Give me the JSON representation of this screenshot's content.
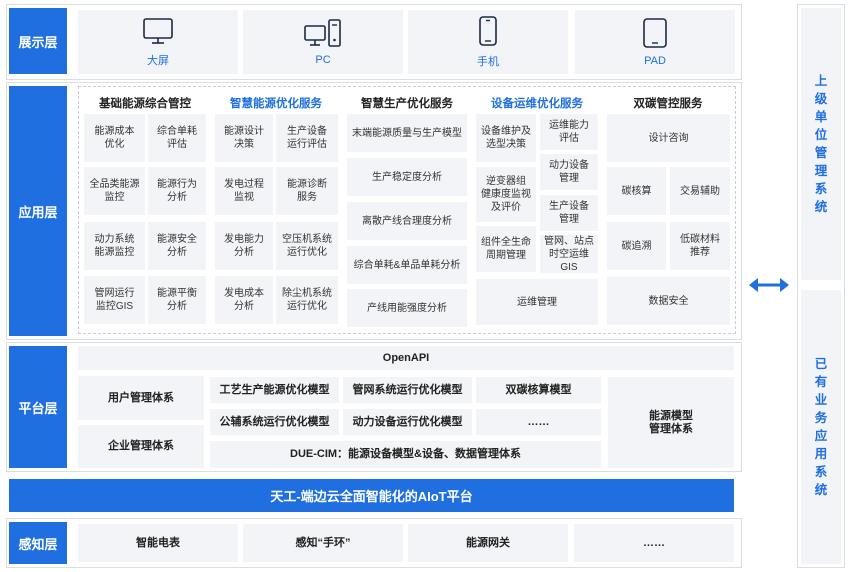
{
  "layers": {
    "display": "展示层",
    "application": "应用层",
    "platform": "平台层",
    "perception": "感知层"
  },
  "devices": [
    {
      "label": "大屏",
      "icon": "monitor-icon"
    },
    {
      "label": "PC",
      "icon": "desktop-pc-icon"
    },
    {
      "label": "手机",
      "icon": "mobile-phone-icon"
    },
    {
      "label": "PAD",
      "icon": "tablet-icon"
    }
  ],
  "app_headers": {
    "basic": "基础能源综合管控",
    "smart_energy": "智慧能源优化服务",
    "smart_production": "智慧生产优化服务",
    "equipment": "设备运维优化服务",
    "carbon": "双碳管控服务"
  },
  "basic_items": [
    "能源成本\n优化",
    "综合单耗\n评估",
    "全品类能源\n监控",
    "能源行为\n分析",
    "动力系统\n能源监控",
    "能源安全\n分析",
    "管网运行\n监控GIS",
    "能源平衡\n分析"
  ],
  "smart_energy_items": [
    "能源设计\n决策",
    "生产设备\n运行评估",
    "发电过程\n监视",
    "能源诊断\n服务",
    "发电能力\n分析",
    "空压机系统\n运行优化",
    "发电成本\n分析",
    "除尘机系统\n运行优化"
  ],
  "smart_production_items": [
    "末端能源质量与生产模型",
    "生产稳定度分析",
    "离散产线合理度分析",
    "综合单耗&单品单耗分析",
    "产线用能强度分析"
  ],
  "equipment_items": {
    "maintenance_selection": "设备维护及\n选型决策",
    "ops_capability": "运维能力\n评估",
    "power_equipment": "动力设备\n管理",
    "inverter_health": "逆变器组\n健康度监视\n及评价",
    "production_equipment": "生产设备\n管理",
    "lifecycle": "组件全生命\n周期管理",
    "pipe_station_gis": "管网、站点\n时空运维GIS",
    "ops_management": "运维管理"
  },
  "carbon_items": {
    "design_consult": "设计咨询",
    "carbon_accounting": "碳核算",
    "trading_aid": "交易辅助",
    "carbon_tracing": "碳追溯",
    "low_carbon_material": "低碳材料\n推荐",
    "data_security": "数据安全"
  },
  "platform": {
    "openapi": "OpenAPI",
    "user_system": "用户管理体系",
    "enterprise_system": "企业管理体系",
    "process_model": "工艺生产能源优化模型",
    "pipe_model": "管网系统运行优化模型",
    "dual_carbon_model": "双碳核算模型",
    "utility_model": "公辅系统运行优化模型",
    "power_model": "动力设备运行优化模型",
    "ellipsis": "……",
    "energy_model_system": "能源模型\n管理体系",
    "due_cim": "DUE-CIM：能源设备模型&设备、数据管理体系",
    "aiot_bar": "天工-端边云全面智能化的AIoT平台"
  },
  "perception_items": [
    "智能电表",
    "感知“手环”",
    "能源网关",
    "……"
  ],
  "side": {
    "upper": "上级单位管理系统",
    "lower": "已有业务应用系统",
    "arrow_icon": "double-arrow-icon"
  },
  "colors": {
    "accent": "#1f6fe0",
    "cell_bg": "#f2f4f7",
    "border": "#d9dde4"
  }
}
